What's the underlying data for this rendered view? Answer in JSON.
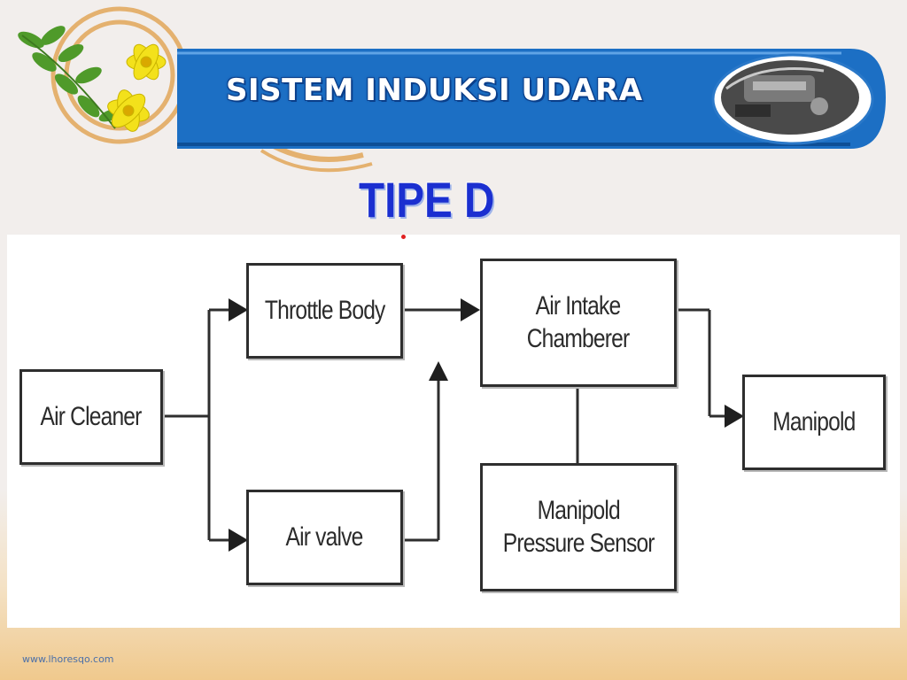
{
  "slide": {
    "title": "SISTEM INDUKSI UDARA",
    "subtitle": "TIPE D",
    "footer_url": "www.lhoresqo.com"
  },
  "colors": {
    "banner_blue": "#1c6fc4",
    "subtitle_blue": "#1b2fd0",
    "leaf_green": "#4f9a2a",
    "flower_yellow": "#f3e11b",
    "ring_orange": "#e2a75a"
  },
  "header_images": {
    "left": "leaf-flower-logo",
    "right": "engine-photo-icon"
  },
  "diagram": {
    "nodes": [
      {
        "id": "air-cleaner",
        "label": "Air Cleaner"
      },
      {
        "id": "throttle-body",
        "label": "Throttle Body"
      },
      {
        "id": "air-valve",
        "label": "Air valve"
      },
      {
        "id": "air-intake-chamberer",
        "label": "Air Intake\nChamberer"
      },
      {
        "id": "manipold-pressure-sensor",
        "label": "Manipold\nPressure Sensor"
      },
      {
        "id": "manipold",
        "label": "Manipold"
      }
    ],
    "edges": [
      {
        "from": "air-cleaner",
        "to": "throttle-body",
        "arrow": true
      },
      {
        "from": "air-cleaner",
        "to": "air-valve",
        "arrow": true
      },
      {
        "from": "air-valve",
        "to": "throttle-body-output",
        "arrow": true
      },
      {
        "from": "throttle-body",
        "to": "air-intake-chamberer",
        "arrow": true
      },
      {
        "from": "air-intake-chamberer",
        "to": "manipold",
        "arrow": true
      },
      {
        "from": "air-intake-chamberer",
        "to": "manipold-pressure-sensor",
        "arrow": false
      }
    ]
  }
}
